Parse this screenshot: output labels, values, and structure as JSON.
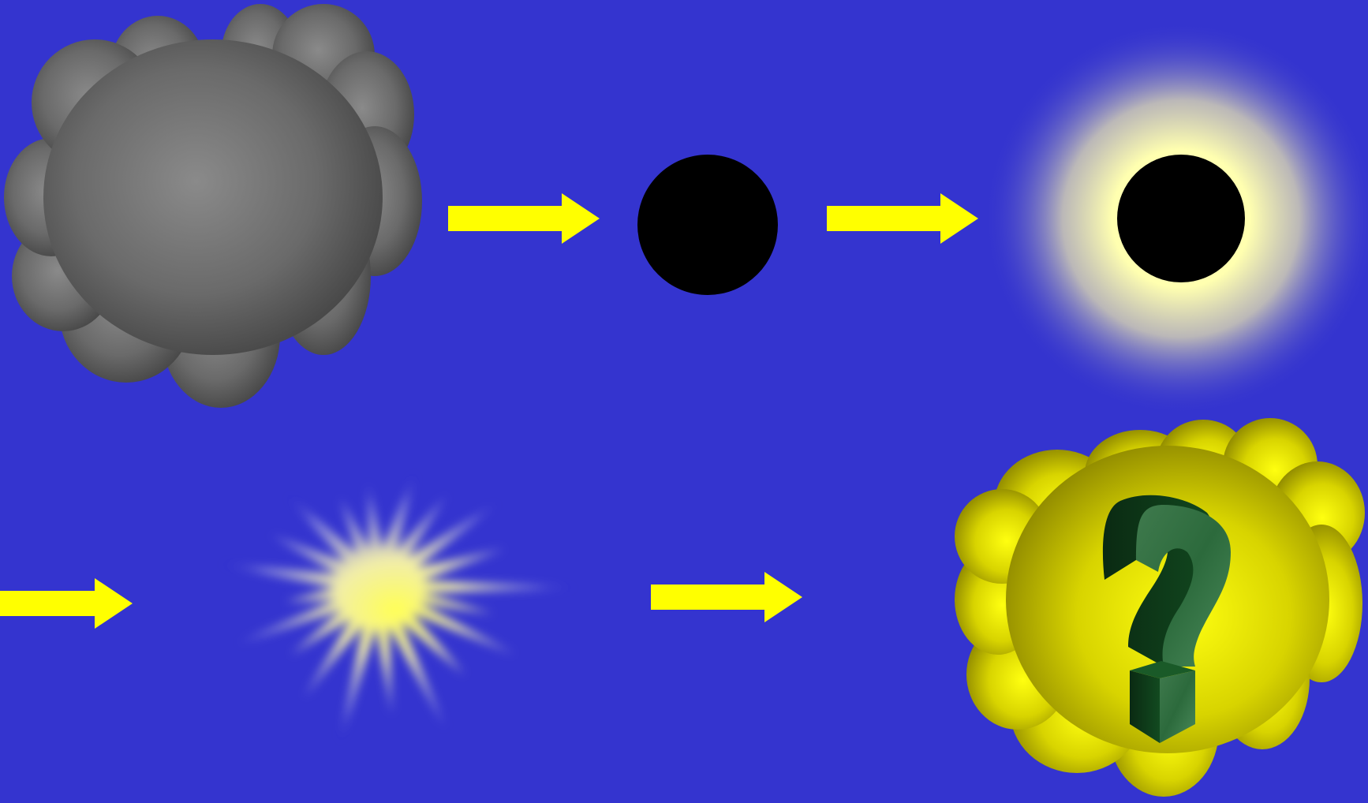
{
  "background_color": "#3434cf",
  "arrow_color": "#ffff00",
  "stages": [
    {
      "name": "gray-cloud",
      "color": "#808080"
    },
    {
      "name": "black-dot",
      "color": "#000000"
    },
    {
      "name": "glowing-dot",
      "color": "#000000",
      "glow_color": "#ffffaa"
    },
    {
      "name": "starburst",
      "color": "#ffff66"
    },
    {
      "name": "yellow-cloud",
      "color": "#ffff00"
    },
    {
      "name": "question-mark",
      "color": "#1f5a30"
    }
  ],
  "arrows": [
    {
      "from": "gray-cloud",
      "to": "black-dot"
    },
    {
      "from": "black-dot",
      "to": "glowing-dot"
    },
    {
      "from": "offscreen-left",
      "to": "starburst"
    },
    {
      "from": "starburst",
      "to": "yellow-cloud"
    }
  ]
}
